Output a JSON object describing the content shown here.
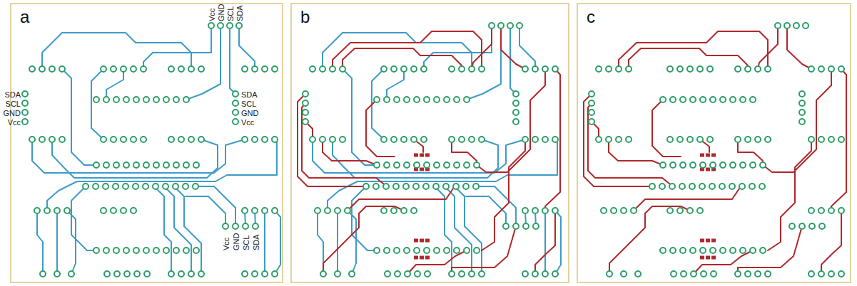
{
  "diagram": {
    "nodes": [
      {
        "text": [
          "a"
        ]
      },
      {
        "text": [
          "b"
        ]
      },
      {
        "text": [
          "c"
        ]
      }
    ],
    "labels": [
      "Vcc",
      "GND",
      "SCL",
      "SDA",
      "SDA",
      "SCL",
      "GND",
      "Vcc",
      "SDA",
      "SCL",
      "GND",
      "Vcc",
      "Vcc",
      "GND",
      "SCL",
      "SDA"
    ]
  }
}
